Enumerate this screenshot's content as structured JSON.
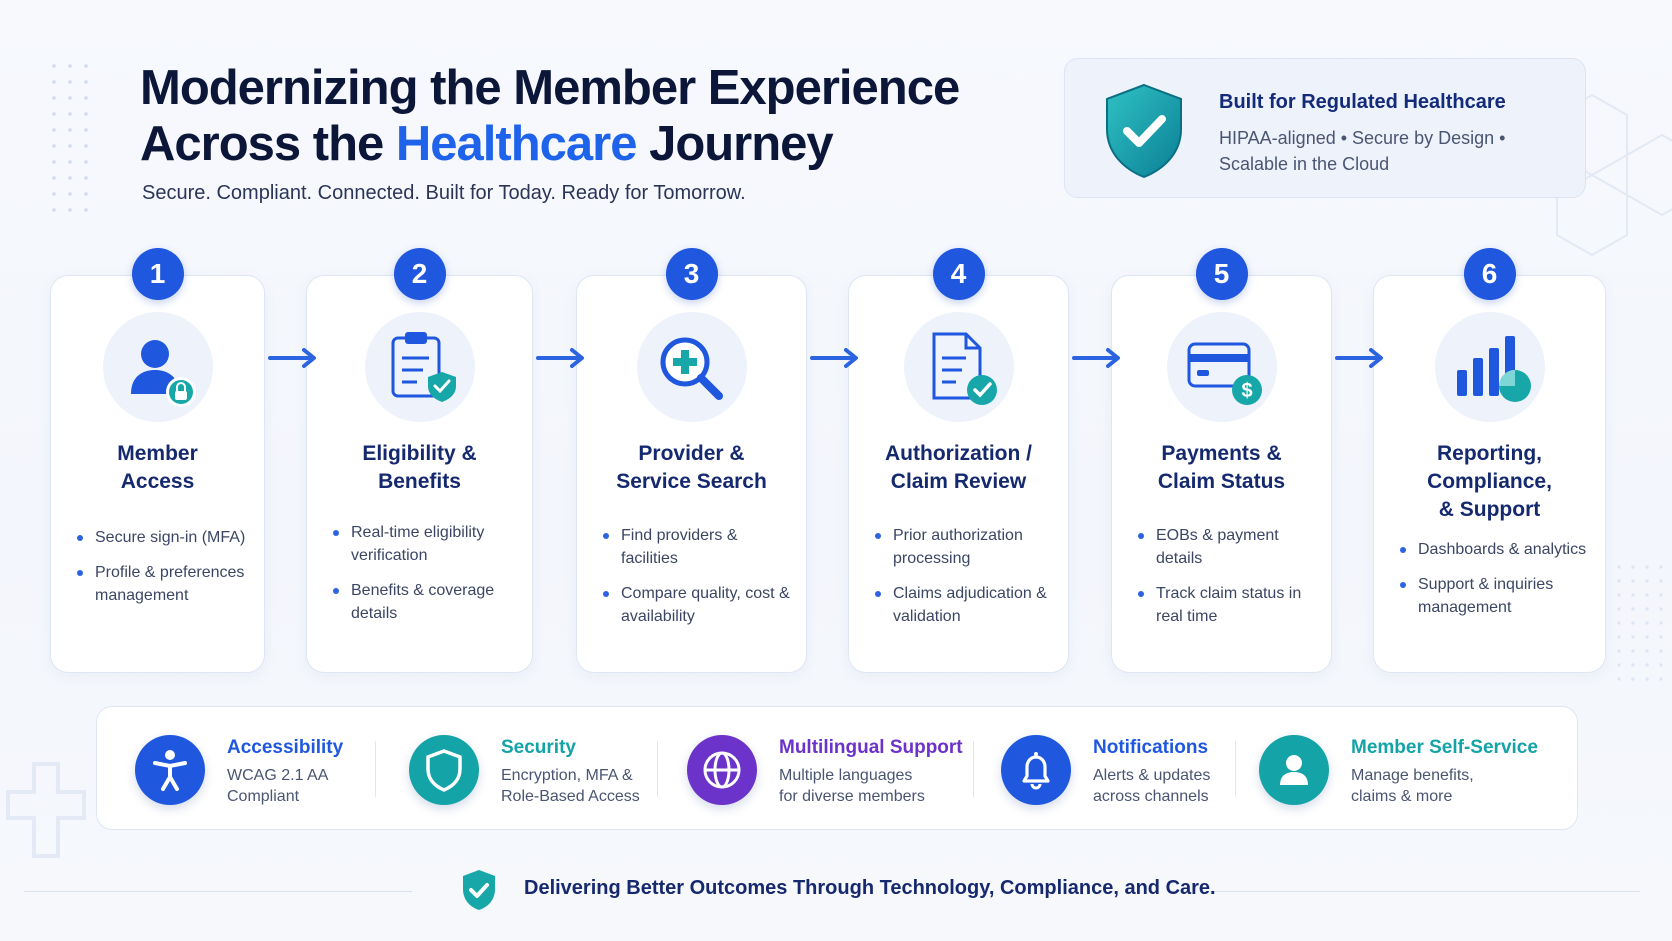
{
  "header": {
    "title_line1": "Modernizing the Member Experience",
    "title_line2_pre": "Across the ",
    "title_line2_highlight": "Healthcare",
    "title_line2_post": " Journey",
    "subtitle": "Secure. Compliant. Connected. Built for Today. Ready for Tomorrow."
  },
  "regulated": {
    "title": "Built for Regulated Healthcare",
    "text": "HIPAA-aligned • Secure by Design • Scalable in the Cloud"
  },
  "steps": [
    {
      "number": "1",
      "title": "Member\nAccess",
      "icon": "member-lock-icon",
      "bullets": [
        "Secure sign-in (MFA)",
        "Profile & preferences management"
      ]
    },
    {
      "number": "2",
      "title": "Eligibility &\nBenefits",
      "icon": "clipboard-shield-icon",
      "bullets": [
        "Real-time eligibility verification",
        "Benefits & coverage details"
      ]
    },
    {
      "number": "3",
      "title": "Provider &\nService Search",
      "icon": "search-medical-icon",
      "bullets": [
        "Find providers & facilities",
        "Compare quality, cost & availability"
      ]
    },
    {
      "number": "4",
      "title": "Authorization /\nClaim Review",
      "icon": "document-check-icon",
      "bullets": [
        "Prior authorization processing",
        "Claims adjudication & validation"
      ]
    },
    {
      "number": "5",
      "title": "Payments &\nClaim Status",
      "icon": "card-dollar-icon",
      "bullets": [
        "EOBs & payment details",
        "Track claim status in real time"
      ]
    },
    {
      "number": "6",
      "title": "Reporting,\nCompliance,\n& Support",
      "icon": "chart-pie-icon",
      "bullets": [
        "Dashboards & analytics",
        "Support & inquiries management"
      ]
    }
  ],
  "features": [
    {
      "title": "Accessibility",
      "desc": "WCAG 2.1 AA\nCompliant",
      "icon": "accessibility-icon",
      "color": "#1f57df"
    },
    {
      "title": "Security",
      "desc": "Encryption, MFA &\nRole-Based Access",
      "icon": "shield-icon",
      "color": "#14a3a6"
    },
    {
      "title": "Multilingual Support",
      "desc": "Multiple languages\nfor diverse members",
      "icon": "globe-icon",
      "color": "#6b33c9"
    },
    {
      "title": "Notifications",
      "desc": "Alerts & updates\nacross channels",
      "icon": "bell-icon",
      "color": "#1f57df"
    },
    {
      "title": "Member Self-Service",
      "desc": "Manage benefits,\nclaims & more",
      "icon": "user-icon",
      "color": "#14a3a6"
    }
  ],
  "footer": {
    "text": "Delivering Better Outcomes Through Technology, Compliance, and Care."
  },
  "colors": {
    "primary": "#1f57df",
    "teal": "#14a3a6",
    "purple": "#6b33c9",
    "title_dark": "#0c1638"
  }
}
